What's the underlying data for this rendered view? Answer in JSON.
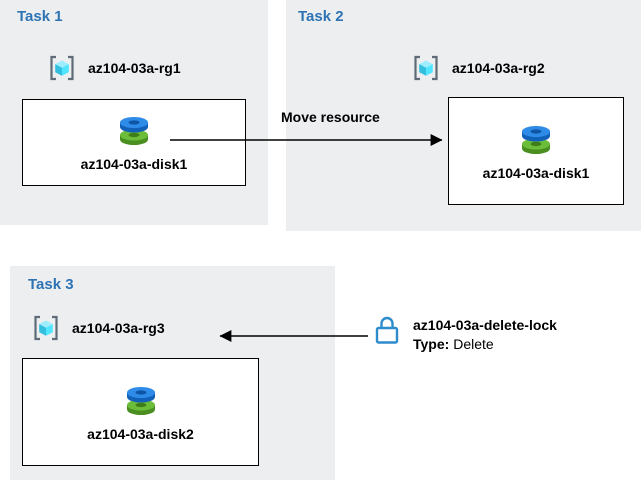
{
  "colors": {
    "panel_bg": "#eceef0",
    "task_title": "#2e74b5",
    "label_text": "#000000",
    "box_border": "#000000",
    "arrow": "#000000",
    "lock_outline": "#2d8ccb",
    "disk_blue": "#2f8be8",
    "disk_green": "#6cbe3a",
    "cube_cyan": "#50e6ff"
  },
  "tasks": {
    "task1": {
      "title": "Task 1",
      "resource_group": "az104-03a-rg1",
      "disk": "az104-03a-disk1"
    },
    "task2": {
      "title": "Task 2",
      "resource_group": "az104-03a-rg2",
      "disk": "az104-03a-disk1"
    },
    "task3": {
      "title": "Task 3",
      "resource_group": "az104-03a-rg3",
      "disk": "az104-03a-disk2"
    }
  },
  "arrows": {
    "move_label": "Move resource"
  },
  "lock": {
    "name": "az104-03a-delete-lock",
    "type_label": "Type:",
    "type_value": "Delete"
  },
  "icons": {
    "resource_group": "resource-group-icon",
    "disk": "disk-icon",
    "lock": "lock-icon",
    "arrowhead": "arrowhead-icon"
  }
}
